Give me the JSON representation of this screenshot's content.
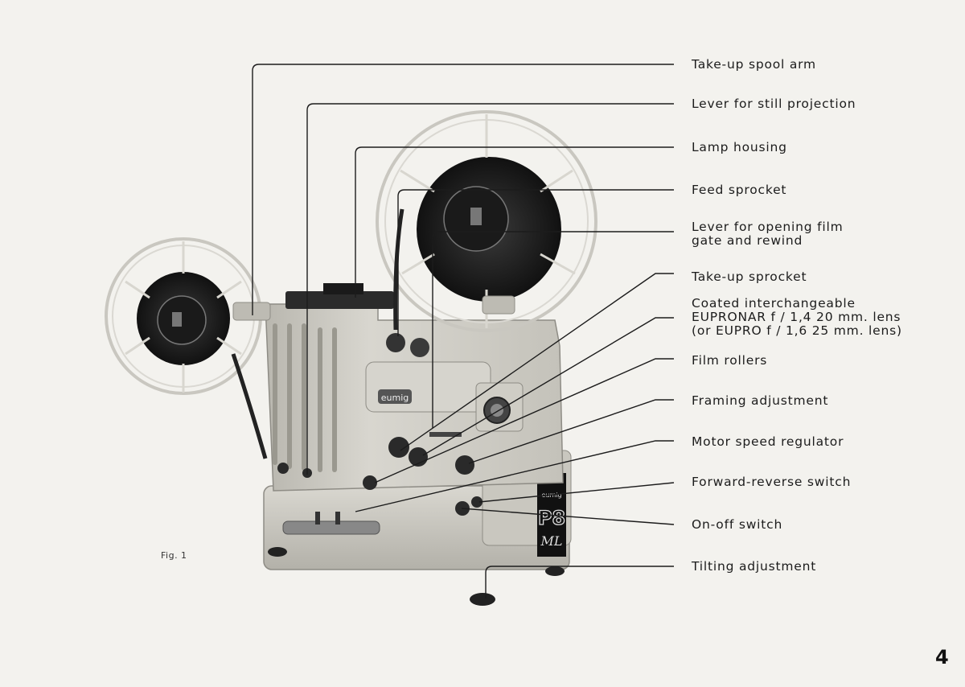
{
  "callouts": [
    {
      "id": "take-up-spool-arm",
      "lines": [
        "Take-up spool arm"
      ]
    },
    {
      "id": "lever-still-projection",
      "lines": [
        "Lever for still projection"
      ]
    },
    {
      "id": "lamp-housing",
      "lines": [
        "Lamp housing"
      ]
    },
    {
      "id": "feed-sprocket",
      "lines": [
        "Feed sprocket"
      ]
    },
    {
      "id": "lever-film-gate-rewind",
      "lines": [
        "Lever for opening film",
        "gate and rewind"
      ]
    },
    {
      "id": "take-up-sprocket",
      "lines": [
        "Take-up sprocket"
      ]
    },
    {
      "id": "lens",
      "lines": [
        "Coated interchangeable",
        "EUPRONAR f / 1,4  20 mm. lens",
        "(or EUPRO f / 1,6  25 mm. lens)"
      ]
    },
    {
      "id": "film-rollers",
      "lines": [
        "Film rollers"
      ]
    },
    {
      "id": "framing-adjustment",
      "lines": [
        "Framing adjustment"
      ]
    },
    {
      "id": "motor-speed-regulator",
      "lines": [
        "Motor speed regulator"
      ]
    },
    {
      "id": "forward-reverse-switch",
      "lines": [
        "Forward-reverse switch"
      ]
    },
    {
      "id": "on-off-switch",
      "lines": [
        "On-off switch"
      ]
    },
    {
      "id": "tilting-adjustment",
      "lines": [
        "Tilting adjustment"
      ]
    }
  ],
  "figure_label": "Fig. 1",
  "page_number": "4",
  "projector_branding": {
    "brand": "eumig",
    "model_number": "P8",
    "model_suffix": "ML"
  },
  "colors": {
    "paper": "#f3f2ee",
    "ink": "#1c1c1c",
    "projector_body": "#cfcdc5",
    "reel_dark": "#222222"
  }
}
